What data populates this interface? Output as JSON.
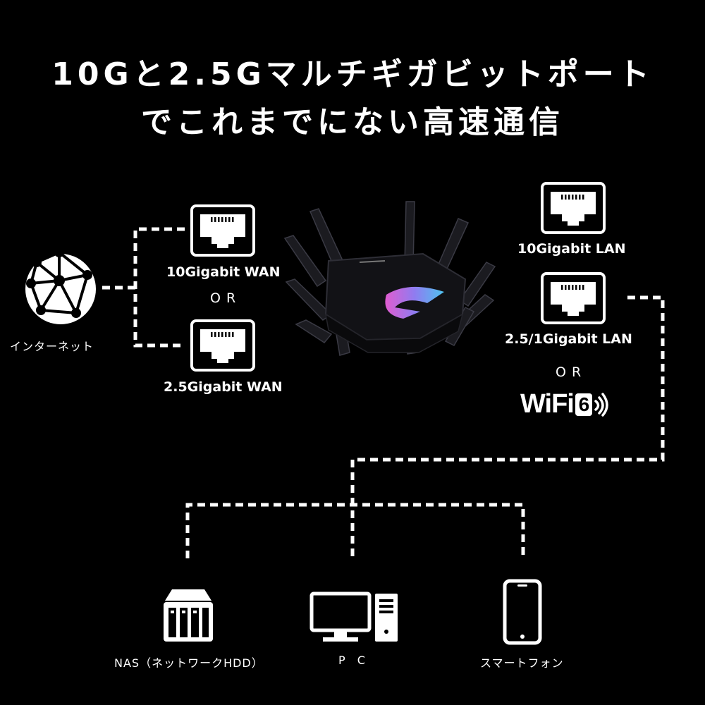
{
  "title": {
    "line1": "10Gと2.5Gマルチギガビットポート",
    "line2": "でこれまでにない高速通信"
  },
  "internet": {
    "label": "インターネット",
    "icon": "globe-icon"
  },
  "wan": {
    "port10g": "10Gigabit WAN",
    "or": "OR",
    "port25g": "2.5Gigabit WAN"
  },
  "lan": {
    "port10g": "10Gigabit LAN",
    "port25g": "2.5/1Gigabit LAN",
    "or": "OR",
    "wifi_text": "WiFi",
    "wifi_number": "6"
  },
  "devices": {
    "nas": "NAS（ネットワークHDD）",
    "pc": "P C",
    "phone": "スマートフォン"
  },
  "colors": {
    "background": "#000000",
    "foreground": "#ffffff"
  }
}
